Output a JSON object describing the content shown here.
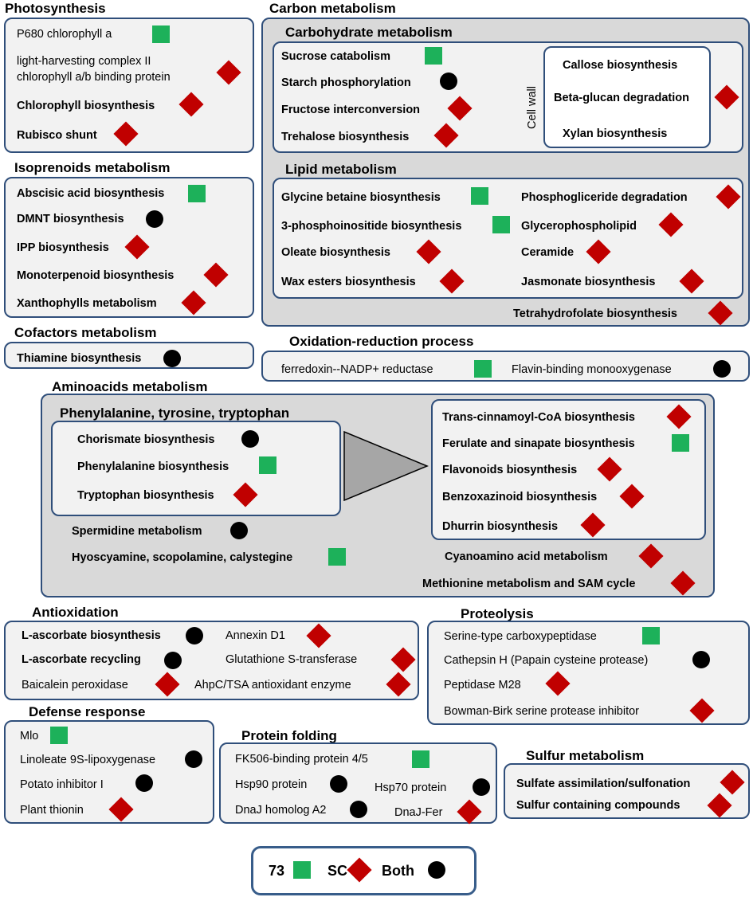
{
  "colors": {
    "box_border": "#2f4e7a",
    "box_fill": "#f2f2f2",
    "gray_fill": "#d9d9d9",
    "square": "#1db15a",
    "diamond": "#c00000",
    "circle": "#000000"
  },
  "legend": {
    "label_square": "73",
    "label_diamond": "SC",
    "label_circle": "Both"
  },
  "photosynthesis": {
    "title": "Photosynthesis",
    "items": [
      "P680 chlorophyll a",
      "light-harvesting complex II",
      "chlorophyll a/b binding protein",
      "Chlorophyll biosynthesis",
      "Rubisco shunt"
    ]
  },
  "isoprenoids": {
    "title": "Isoprenoids metabolism",
    "items": [
      "Abscisic acid biosynthesis",
      "DMNT biosynthesis",
      "IPP biosynthesis",
      "Monoterpenoid biosynthesis",
      "Xanthophylls metabolism"
    ]
  },
  "cofactors": {
    "title": "Cofactors metabolism",
    "items": [
      "Thiamine biosynthesis"
    ]
  },
  "carbon": {
    "title": "Carbon metabolism",
    "carbohydrate": {
      "title": "Carbohydrate metabolism",
      "items": [
        "Sucrose catabolism",
        "Starch phosphorylation",
        "Fructose interconversion",
        "Trehalose biosynthesis"
      ]
    },
    "cell_wall": {
      "label": "Cell wall",
      "items": [
        "Callose biosynthesis",
        "Beta-glucan degradation",
        "Xylan biosynthesis"
      ]
    },
    "lipid": {
      "title": "Lipid metabolism",
      "left": [
        "Glycine betaine biosynthesis",
        "3-phosphoinositide biosynthesis",
        "Oleate biosynthesis",
        "Wax esters biosynthesis"
      ],
      "right": [
        "Phosphogliceride degradation",
        "Glycerophospholipid",
        "Ceramide",
        "Jasmonate biosynthesis"
      ]
    },
    "tetrahydrofolate": "Tetrahydrofolate biosynthesis"
  },
  "oxred": {
    "title": "Oxidation-reduction process",
    "items": [
      "ferredoxin--NADP+ reductase",
      "Flavin-binding monooxygenase"
    ]
  },
  "amino": {
    "title": "Aminoacids metabolism",
    "phe": {
      "title": "Phenylalanine, tyrosine, tryptophan",
      "items": [
        "Chorismate biosynthesis",
        "Phenylalanine biosynthesis",
        "Tryptophan biosynthesis"
      ]
    },
    "other": [
      "Spermidine metabolism",
      "Hyoscyamine, scopolamine, calystegine"
    ],
    "products": [
      "Trans-cinnamoyl-CoA biosynthesis",
      "Ferulate and sinapate biosynthesis",
      "Flavonoids biosynthesis",
      "Benzoxazinoid biosynthesis",
      "Dhurrin biosynthesis"
    ],
    "extra": [
      "Cyanoamino acid metabolism",
      "Methionine metabolism and SAM cycle"
    ]
  },
  "antiox": {
    "title": "Antioxidation",
    "left": [
      "L-ascorbate biosynthesis",
      "L-ascorbate recycling",
      "Baicalein peroxidase"
    ],
    "right": [
      "Annexin D1",
      "Glutathione S-transferase",
      "AhpC/TSA antioxidant enzyme"
    ]
  },
  "proteolysis": {
    "title": "Proteolysis",
    "items": [
      "Serine-type carboxypeptidase",
      "Cathepsin H (Papain cysteine protease)",
      "Peptidase M28",
      "Bowman-Birk serine protease inhibitor"
    ]
  },
  "defense": {
    "title": "Defense response",
    "items": [
      "Mlo",
      "Linoleate 9S-lipoxygenase",
      "Potato inhibitor I",
      "Plant thionin"
    ]
  },
  "folding": {
    "title": "Protein folding",
    "items": [
      "FK506-binding protein 4/5",
      "Hsp90 protein",
      "Hsp70 protein",
      "DnaJ homolog A2",
      "DnaJ-Fer"
    ]
  },
  "sulfur": {
    "title": "Sulfur metabolism",
    "items": [
      "Sulfate assimilation/sulfonation",
      "Sulfur containing compounds"
    ]
  }
}
